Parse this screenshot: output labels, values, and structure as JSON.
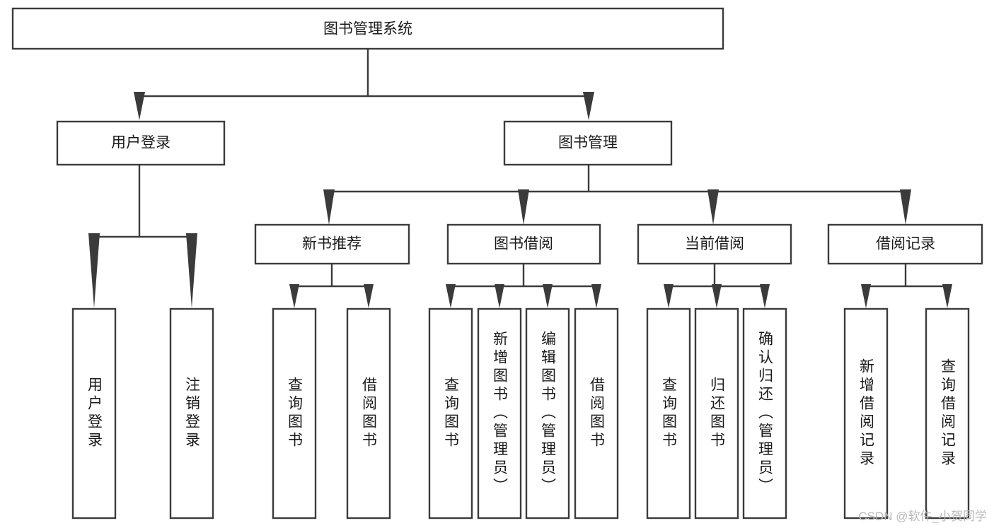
{
  "diagram": {
    "title": "图书管理系统",
    "type": "tree-hierarchy",
    "root": {
      "label": "图书管理系统",
      "orientation": "horizontal"
    },
    "level2": [
      {
        "label": "用户登录",
        "orientation": "horizontal"
      },
      {
        "label": "图书管理",
        "orientation": "horizontal"
      }
    ],
    "level3": [
      {
        "label": "新书推荐",
        "orientation": "horizontal",
        "parent": "图书管理"
      },
      {
        "label": "图书借阅",
        "orientation": "horizontal",
        "parent": "图书管理"
      },
      {
        "label": "当前借阅",
        "orientation": "horizontal",
        "parent": "图书管理"
      },
      {
        "label": "借阅记录",
        "orientation": "horizontal",
        "parent": "图书管理"
      }
    ],
    "leaves": [
      {
        "label": "用户登录",
        "orientation": "vertical",
        "parent": "用户登录"
      },
      {
        "label": "注销登录",
        "orientation": "vertical",
        "parent": "用户登录"
      },
      {
        "label": "查询图书",
        "orientation": "vertical",
        "parent": "新书推荐"
      },
      {
        "label": "借阅图书",
        "orientation": "vertical",
        "parent": "新书推荐"
      },
      {
        "label": "查询图书",
        "orientation": "vertical",
        "parent": "图书借阅"
      },
      {
        "label": "新增图书（管理员）",
        "orientation": "vertical",
        "parent": "图书借阅"
      },
      {
        "label": "编辑图书（管理员）",
        "orientation": "vertical",
        "parent": "图书借阅"
      },
      {
        "label": "借阅图书",
        "orientation": "vertical",
        "parent": "图书借阅"
      },
      {
        "label": "查询图书",
        "orientation": "vertical",
        "parent": "当前借阅"
      },
      {
        "label": "归还图书",
        "orientation": "vertical",
        "parent": "当前借阅"
      },
      {
        "label": "确认归还（管理员）",
        "orientation": "vertical",
        "parent": "当前借阅"
      },
      {
        "label": "新增借阅记录",
        "orientation": "vertical",
        "parent": "借阅记录"
      },
      {
        "label": "查询借阅记录",
        "orientation": "vertical",
        "parent": "借阅记录"
      }
    ],
    "colors": {
      "box_fill": "#ffffff",
      "box_stroke": "#3b3b3b",
      "text": "#1a1a1a",
      "background": "#ffffff",
      "watermark": "#b9b9b9"
    }
  },
  "watermark": {
    "text": "CSDN @软件_小贺同学"
  }
}
